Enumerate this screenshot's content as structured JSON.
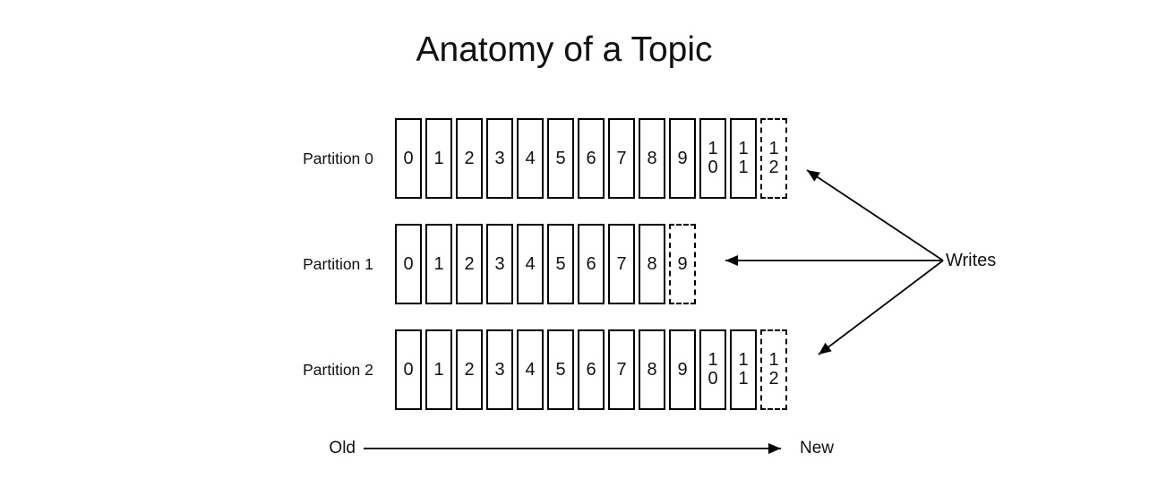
{
  "title": "Anatomy of a Topic",
  "diagram": {
    "partitions": [
      {
        "label": "Partition 0",
        "cells": [
          "0",
          "1",
          "2",
          "3",
          "4",
          "5",
          "6",
          "7",
          "8",
          "9",
          "10",
          "11",
          "12"
        ],
        "dashed_last_cell": true,
        "next_write_offset": "12"
      },
      {
        "label": "Partition 1",
        "cells": [
          "0",
          "1",
          "2",
          "3",
          "4",
          "5",
          "6",
          "7",
          "8",
          "9"
        ],
        "dashed_last_cell": true,
        "next_write_offset": "9"
      },
      {
        "label": "Partition 2",
        "cells": [
          "0",
          "1",
          "2",
          "3",
          "4",
          "5",
          "6",
          "7",
          "8",
          "9",
          "10",
          "11",
          "12"
        ],
        "dashed_last_cell": true,
        "next_write_offset": "12"
      }
    ],
    "writes_label": "Writes",
    "axis": {
      "old_label": "Old",
      "new_label": "New"
    }
  },
  "colors": {
    "background": "#ffffff",
    "stroke": "#000000",
    "text": "#111111"
  }
}
